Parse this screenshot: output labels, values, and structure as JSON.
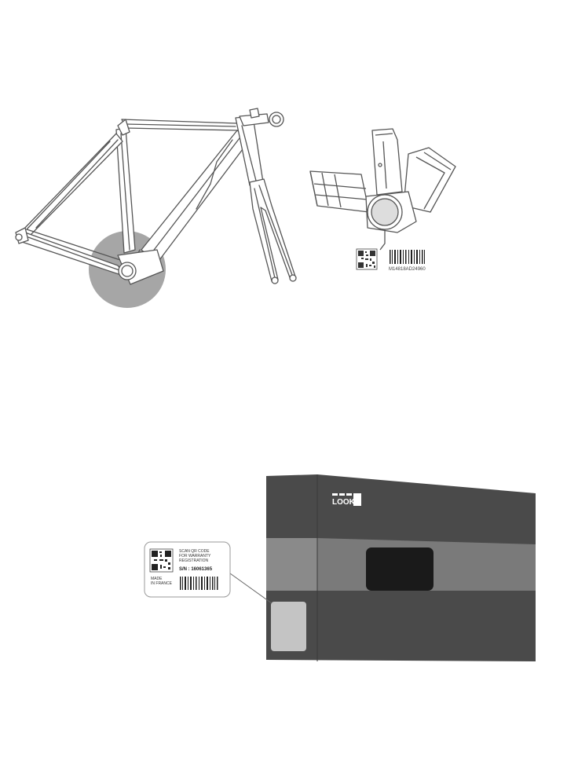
{
  "frame_view": {
    "serial_label_text": "M14818AD24960"
  },
  "box_view": {
    "brand_logo_text": "LOOK",
    "label": {
      "scan_line1": "SCAN QR CODE",
      "scan_line2": "FOR WARRANTY",
      "scan_line3": "REGISTRATION",
      "serial": "S/N : 16061365",
      "made_line1": "MADE",
      "made_line2": "IN FRANCE"
    }
  },
  "colors": {
    "highlight": "#a6a6a6",
    "box_dark": "#4a4a4a",
    "box_band": "#7a7a7a",
    "label_swatch": "#c4c4c4"
  }
}
